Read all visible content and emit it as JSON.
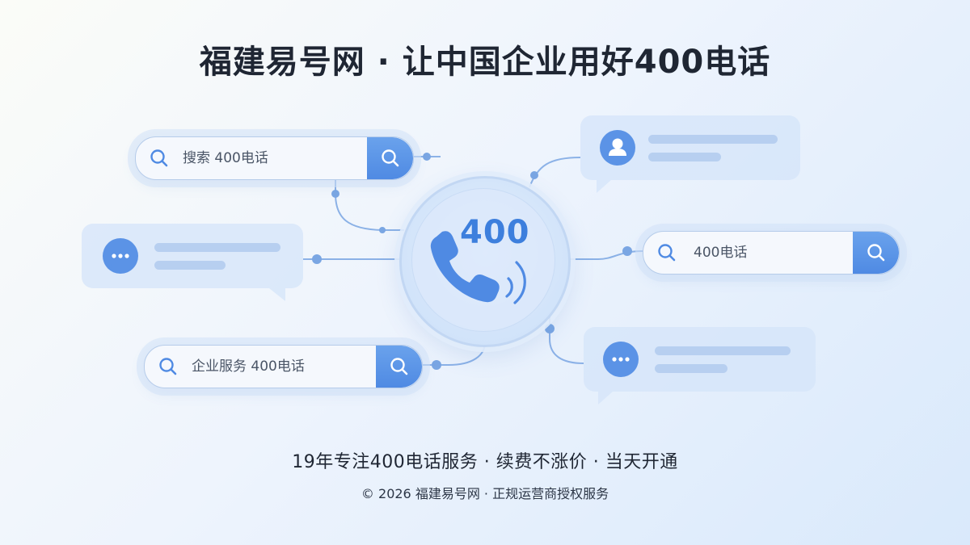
{
  "headline": "福建易号网 · 让中国企业用好400电话",
  "hub": {
    "number": "400",
    "phone_icon": "phone-icon",
    "waves_icon": "sound-waves-icon"
  },
  "search_boxes": [
    {
      "text": "搜索 400电话",
      "icon": "search-icon"
    },
    {
      "text": "400电话",
      "icon": "search-icon"
    },
    {
      "text": "企业服务 400电话",
      "icon": "search-icon"
    }
  ],
  "bubbles": [
    {
      "icon": "user-icon"
    },
    {
      "icon": "chat-icon"
    },
    {
      "icon": "chat-icon"
    }
  ],
  "tagline": "19年专注400电话服务 · 续费不涨价 · 当天开通",
  "copyright": "© 2026 福建易号网 · 正规运营商授权服务",
  "colors": {
    "accent": "#4f8ae3",
    "accent_light": "#6aa2ec",
    "bubble_bg": "#d4e4f9",
    "line": "#7aa6e3",
    "text_dark": "#1f2633"
  }
}
